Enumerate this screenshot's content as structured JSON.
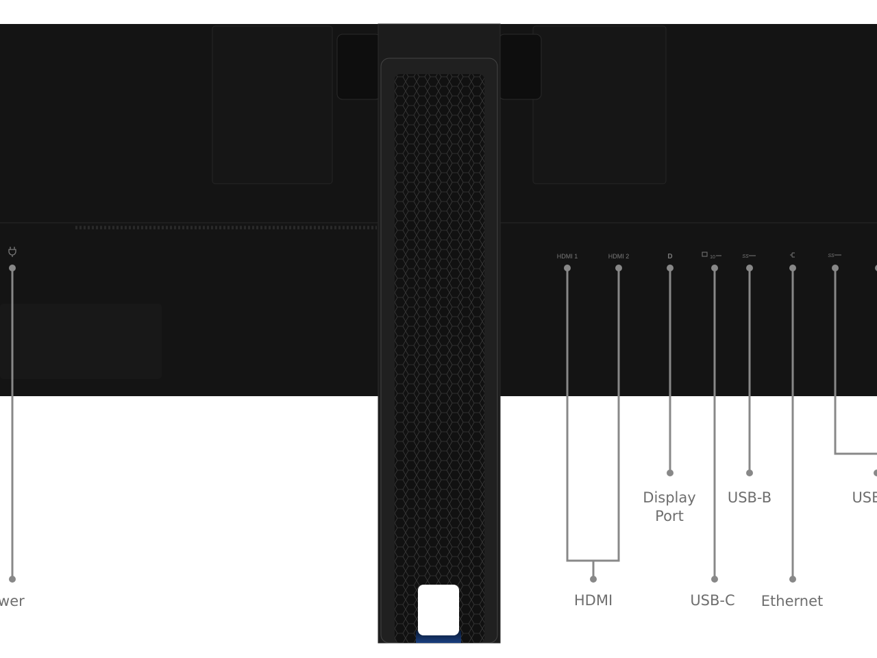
{
  "colors": {
    "body": "#141414",
    "stand": "#1c1c1c",
    "line": "#888888",
    "label": "#6e6e6e",
    "background": "#ffffff"
  },
  "port_markings": {
    "hdmi1": "HDMI 1",
    "hdmi2": "HDMI 2",
    "dp": "D",
    "usbc": "10",
    "usbb": "SS",
    "usb_a": "SS"
  },
  "callouts": {
    "power": "Power",
    "hdmi": "HDMI",
    "displayport_line1": "Display",
    "displayport_line2": "Port",
    "usb_b": "USB-B",
    "usb_c": "USB-C",
    "ethernet": "Ethernet",
    "usb": "USB"
  },
  "icons": [
    "power-plug-icon",
    "displayport-icon",
    "usb-c-icon",
    "usb-icon",
    "ethernet-icon"
  ]
}
